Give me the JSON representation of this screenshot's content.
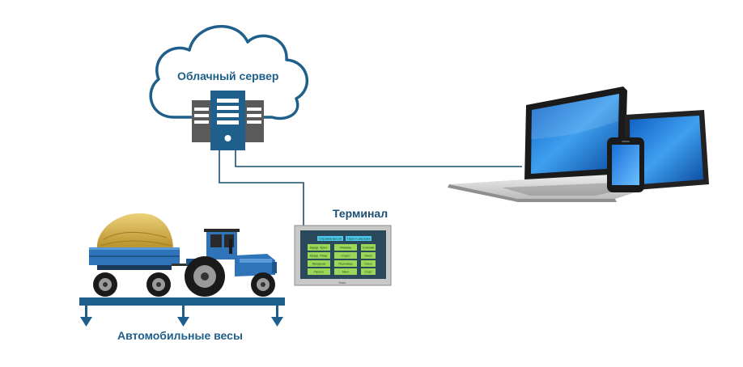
{
  "labels": {
    "cloud": "Облачный сервер",
    "terminal": "Терминал",
    "scale": "Автомобильные весы"
  },
  "terminal_screen": {
    "top_buttons": [
      "Справка весов",
      "Тара и загрузка"
    ],
    "grid": [
      [
        "Кукур. Кукл.",
        "Ячмень",
        "Соломи"
      ],
      [
        "Кукур. Покр.",
        "Сорго",
        "Овес"
      ],
      [
        "Кукуруза",
        "Пшеница",
        "Сено"
      ],
      [
        "Просо",
        "Мел",
        "Сорт"
      ]
    ],
    "brand": "Kinco"
  },
  "colors": {
    "brand_blue": "#1f5f8b",
    "line": "#1d4f72",
    "server_gray": "#5a5a5a",
    "tractor_blue": "#2f74b8",
    "hay": "#d9b44a"
  }
}
